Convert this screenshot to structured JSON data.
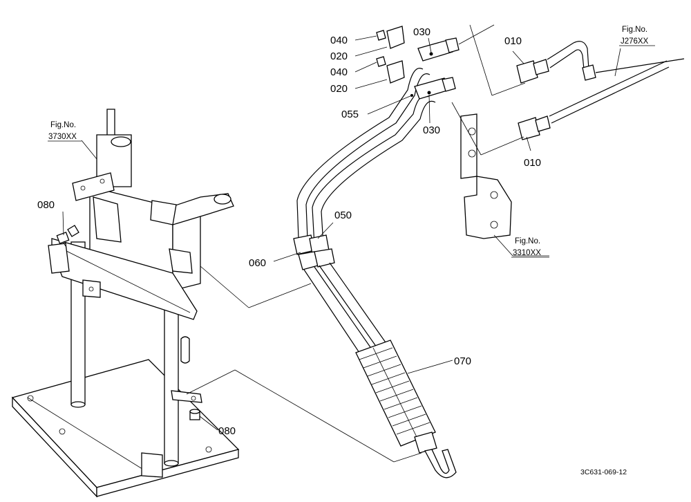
{
  "labels": {
    "p040a": "040",
    "p020a": "020",
    "p040b": "040",
    "p020b": "020",
    "p030a": "030",
    "p010a": "010",
    "p055": "055",
    "p030b": "030",
    "p010b": "010",
    "p050": "050",
    "p060": "060",
    "p070": "070",
    "p080a": "080",
    "p080b": "080"
  },
  "fig_refs": {
    "left": {
      "title": "Fig.No.",
      "code": "3730XX"
    },
    "right": {
      "title": "Fig.No.",
      "code": "J276XX"
    },
    "lower": {
      "title": "Fig.No.",
      "code": "3310XX"
    }
  },
  "drawing_code": "3C631-069-12"
}
